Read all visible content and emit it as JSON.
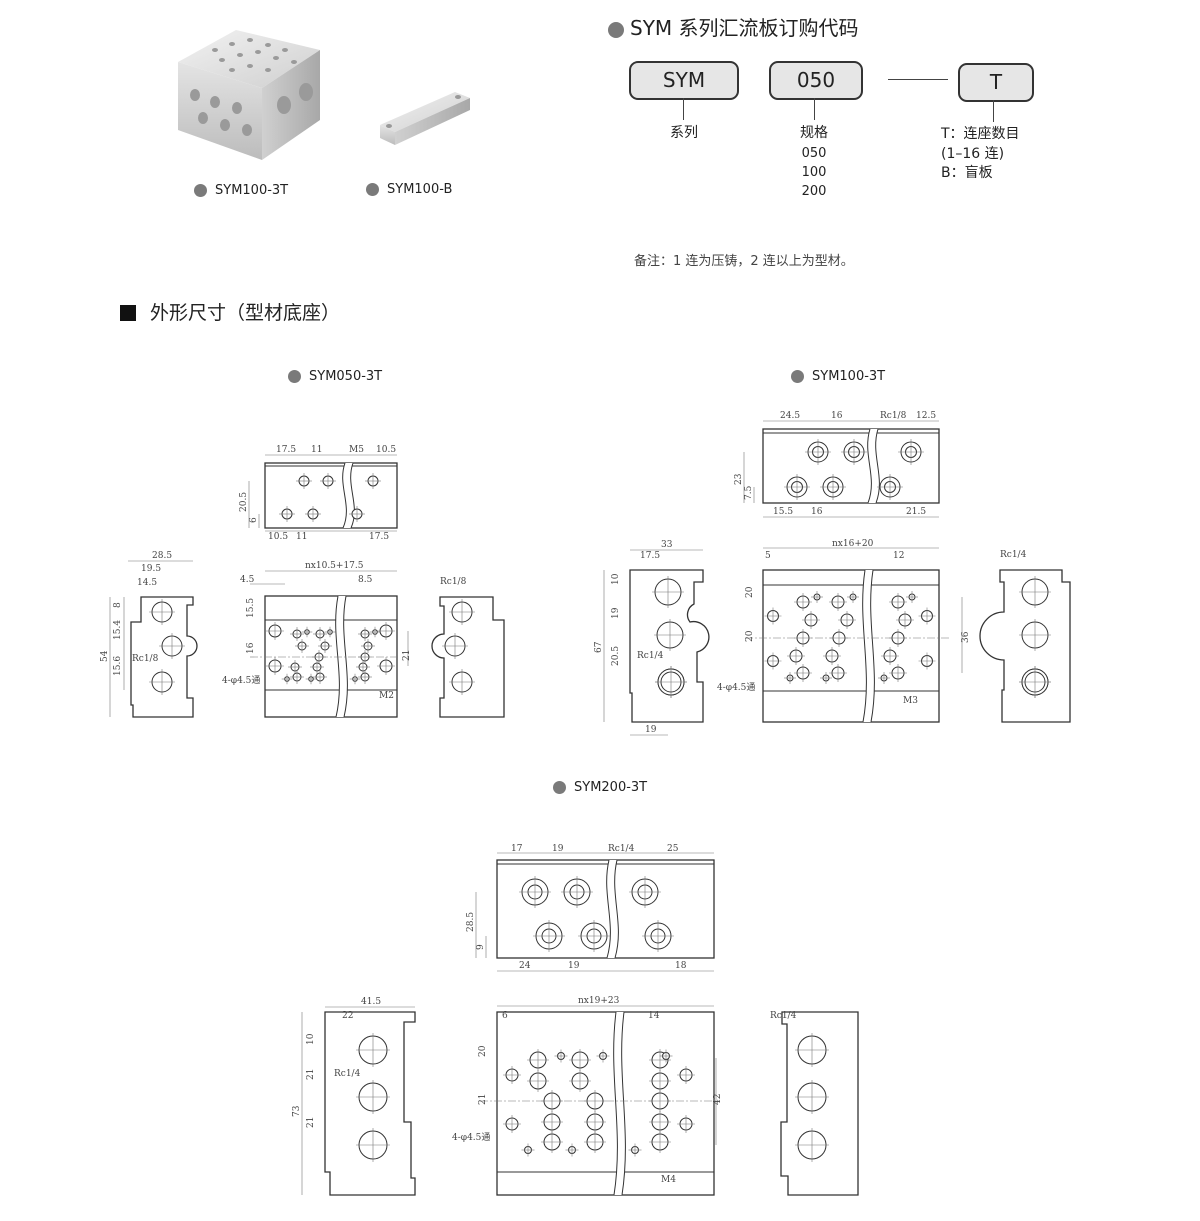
{
  "products": [
    {
      "label": "SYM100-3T"
    },
    {
      "label": "SYM100-B"
    }
  ],
  "ordering": {
    "title": "SYM 系列汇流板订购代码",
    "boxes": [
      "SYM",
      "050",
      "T"
    ],
    "series_label": "系列",
    "spec_label": "规格",
    "spec_values": [
      "050",
      "100",
      "200"
    ],
    "t_lines": [
      "T：连座数目",
      "(1–16 连)",
      "B：盲板"
    ],
    "note": "备注：1 连为压铸，2 连以上为型材。"
  },
  "section": {
    "icon": "black-square-icon",
    "title": "外形尺寸（型材底座）"
  },
  "drawings": {
    "sym050": {
      "title": "SYM050-3T",
      "top": [
        "17.5",
        "11",
        "M5",
        "10.5",
        "20.5",
        "6",
        "10.5",
        "11",
        "17.5"
      ],
      "side": [
        "28.5",
        "19.5",
        "14.5",
        "54",
        "8",
        "15.4",
        "15.6",
        "Rc1/8"
      ],
      "front": [
        "nx10.5+17.5",
        "4.5",
        "8.5",
        "15.5",
        "16",
        "21",
        "4-φ4.5通",
        "M2"
      ],
      "right": [
        "Rc1/8"
      ]
    },
    "sym100": {
      "title": "SYM100-3T",
      "top": [
        "24.5",
        "16",
        "Rc1/8",
        "12.5",
        "23",
        "7.5",
        "15.5",
        "16",
        "21.5"
      ],
      "side": [
        "33",
        "17.5",
        "67",
        "10",
        "19",
        "20.5",
        "Rc1/4",
        "19"
      ],
      "front": [
        "nx16+20",
        "5",
        "12",
        "20",
        "20",
        "36",
        "4-φ4.5通",
        "M3"
      ],
      "right": [
        "Rc1/4"
      ]
    },
    "sym200": {
      "title": "SYM200-3T",
      "top": [
        "17",
        "19",
        "Rc1/4",
        "25",
        "28.5",
        "9",
        "24",
        "19",
        "18"
      ],
      "side": [
        "41.5",
        "22",
        "73",
        "10",
        "21",
        "21",
        "Rc1/4"
      ],
      "front": [
        "nx19+23",
        "6",
        "14",
        "20",
        "21",
        "42",
        "4-φ4.5通",
        "M4"
      ],
      "right": [
        "Rc1/4"
      ]
    }
  },
  "colors": {
    "bullet": "#7a7a7a",
    "box_fill": "#e6e6e6",
    "line": "#333333"
  }
}
